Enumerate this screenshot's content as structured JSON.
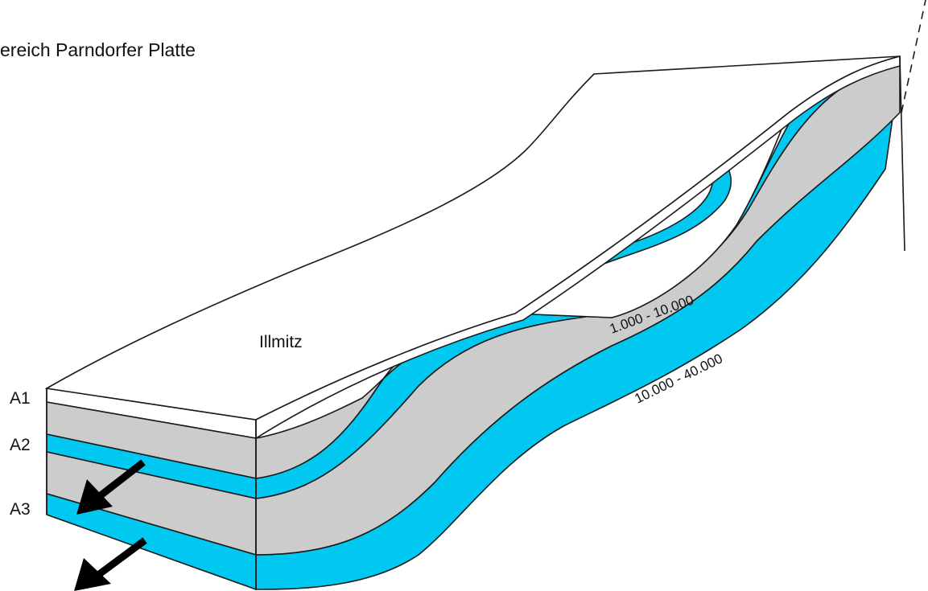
{
  "title": "ereich Parndorfer Platte",
  "place_label": "Illmitz",
  "layers": [
    {
      "label": "A1"
    },
    {
      "label": "A2"
    },
    {
      "label": "A3"
    }
  ],
  "ranges": {
    "upper": "1.000 - 10.000",
    "lower": "10.000 - 40.000"
  },
  "colors": {
    "aquifer": "#00c8f0",
    "aquitard": "#cccccc",
    "surface": "#ffffff",
    "outline": "#1a1a1a",
    "arrow": "#000000"
  },
  "icons": [
    "flow-arrow-icon",
    "flow-arrow-icon"
  ]
}
